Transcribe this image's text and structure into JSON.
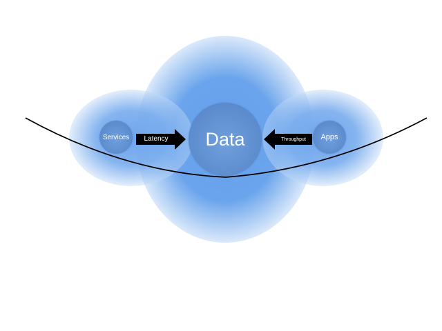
{
  "diagram": {
    "nodes": {
      "center": {
        "label": "Data"
      },
      "left": {
        "label": "Services"
      },
      "right": {
        "label": "Apps"
      }
    },
    "arrows": {
      "left_to_center": {
        "label": "Latency",
        "direction": "right"
      },
      "right_to_center": {
        "label": "Throughput",
        "direction": "left"
      }
    },
    "colors": {
      "node_fill": "#5b8bcc",
      "glow": "#6aa4ec",
      "arrow_fill": "#000000",
      "curve_stroke": "#000000",
      "background": "#ffffff"
    }
  }
}
